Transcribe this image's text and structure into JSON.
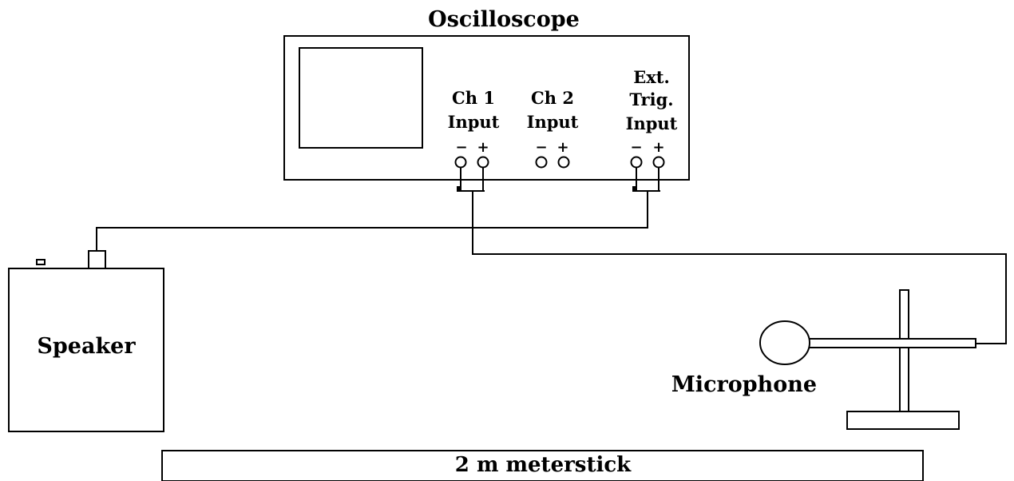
{
  "oscilloscope": {
    "title": "Oscilloscope",
    "ch1_line1": "Ch 1",
    "ch1_line2": "Input",
    "ch2_line1": "Ch 2",
    "ch2_line2": "Input",
    "ext_line1": "Ext.",
    "ext_line2": "Trig.",
    "ext_line3": "Input",
    "minus": "−",
    "plus": "+"
  },
  "speaker": {
    "label": "Speaker"
  },
  "microphone": {
    "label": "Microphone"
  },
  "meterstick": {
    "label": "2 m meterstick"
  }
}
